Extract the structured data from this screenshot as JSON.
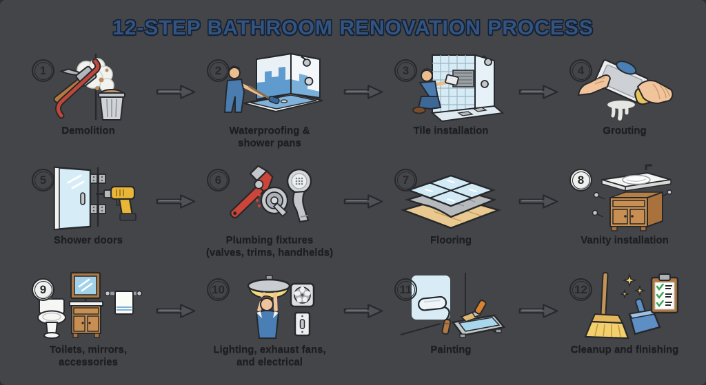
{
  "title": "12-STEP BATHROOM RENOVATION PROCESS",
  "colors": {
    "background": "#434549",
    "title_blue": "#33547e",
    "title_outline": "#131f35",
    "label_dark": "#1c1d20",
    "arrow_gray": "#4e5156",
    "badge_ring": "#26282b",
    "badge_fill_white": "#f0f0ef"
  },
  "arrow": {
    "icon": "arrow-right-icon",
    "direction": "right",
    "count": 9
  },
  "steps": [
    {
      "number": "1",
      "label": "Demolition",
      "icon": "demolition-icon"
    },
    {
      "number": "2",
      "label": "Waterproofing &\nshower pans",
      "icon": "waterproofing-shower-pan-icon"
    },
    {
      "number": "3",
      "label": "Tile installation",
      "icon": "tile-installation-icon"
    },
    {
      "number": "4",
      "label": "Grouting",
      "icon": "grouting-icon"
    },
    {
      "number": "5",
      "label": "Shower doors",
      "icon": "shower-door-icon"
    },
    {
      "number": "6",
      "label": "Plumbing fixtures\n(valves, trims, handhelds)",
      "icon": "plumbing-fixtures-icon"
    },
    {
      "number": "7",
      "label": "Flooring",
      "icon": "flooring-icon"
    },
    {
      "number": "8",
      "label": "Vanity installation",
      "icon": "vanity-installation-icon"
    },
    {
      "number": "9",
      "label": "Toilets, mirrors,\naccessories",
      "icon": "toilet-mirror-accessories-icon"
    },
    {
      "number": "10",
      "label": "Lighting, exhaust fans,\nand electrical",
      "icon": "lighting-exhaust-fan-electrical-icon"
    },
    {
      "number": "11",
      "label": "Painting",
      "icon": "painting-icon"
    },
    {
      "number": "12",
      "label": "Cleanup and finishing",
      "icon": "cleanup-finishing-icon"
    }
  ]
}
